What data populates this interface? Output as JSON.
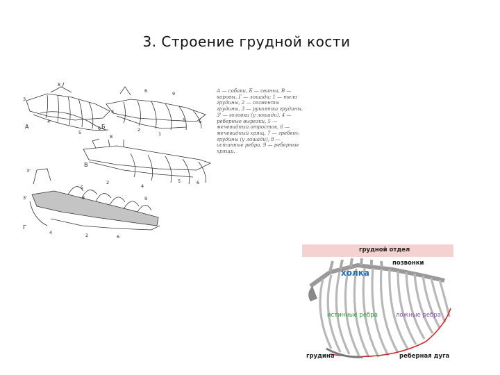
{
  "slide": {
    "title": "3. Строение грудной кости"
  },
  "figure_left": {
    "letters": [
      "А",
      "Б",
      "В",
      "Г"
    ],
    "numbers": [
      "1",
      "2",
      "3",
      "4",
      "5",
      "6",
      "7",
      "8",
      "9",
      "3'"
    ],
    "caption": "А — собаки, Б — свиньи, В — коровы, Г — лошади; 1 — тело грудины, 2 — сегменты грудины, 3 — рукоятка грудины, 3' — головки (у лошади), 4 — реберные вырезки, 5 — мечевидный отросток, 6 — мечевидный хрящ, 7 — гребень грудины (у лошади), 8 — истинные ребра, 9 — реберные хрящи."
  },
  "figure_right": {
    "header": "грудной отдел",
    "labels": {
      "vertebrae": "позвонки",
      "withers": "холка",
      "true_ribs": "истинные ребра",
      "false_ribs": "ложные ребра",
      "sternum": "грудина",
      "costal_arch": "реберная дуга"
    },
    "colors": {
      "header_band": "#f4d2d2",
      "withers": "#1f6fb8",
      "true_ribs": "#2f9a3a",
      "false_ribs": "#8a4fb5",
      "costal_arch": "#c62828"
    }
  }
}
